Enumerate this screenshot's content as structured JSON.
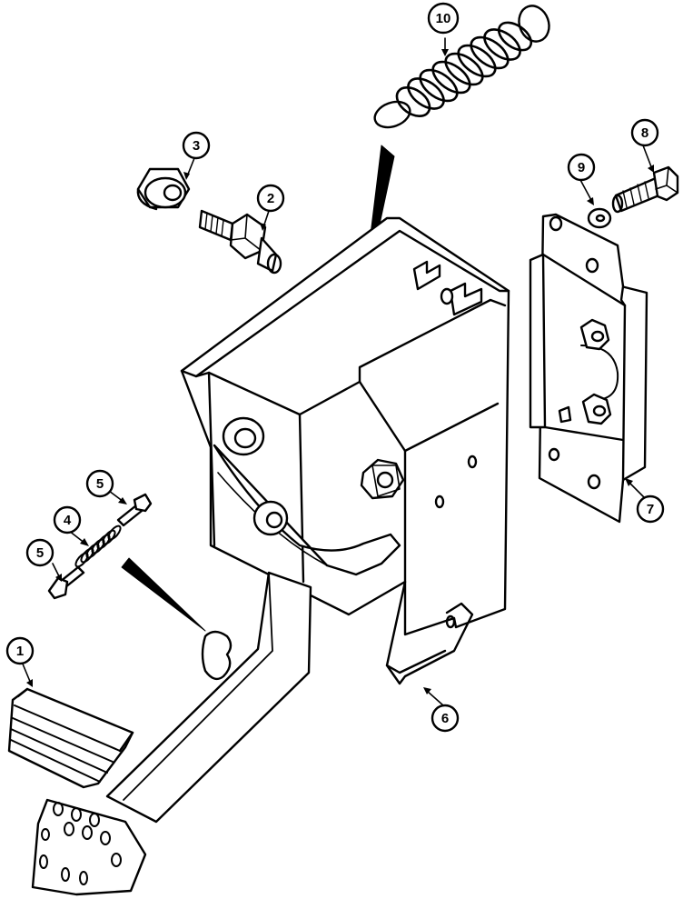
{
  "callouts": [
    {
      "id": "1",
      "label": "1"
    },
    {
      "id": "2",
      "label": "2"
    },
    {
      "id": "3",
      "label": "3"
    },
    {
      "id": "4",
      "label": "4"
    },
    {
      "id": "5a",
      "label": "5"
    },
    {
      "id": "5b",
      "label": "5"
    },
    {
      "id": "6",
      "label": "6"
    },
    {
      "id": "7",
      "label": "7"
    },
    {
      "id": "8",
      "label": "8"
    },
    {
      "id": "9",
      "label": "9"
    },
    {
      "id": "10",
      "label": "10"
    }
  ],
  "colors": {
    "line": "#000000",
    "fill": "#ffffff"
  }
}
